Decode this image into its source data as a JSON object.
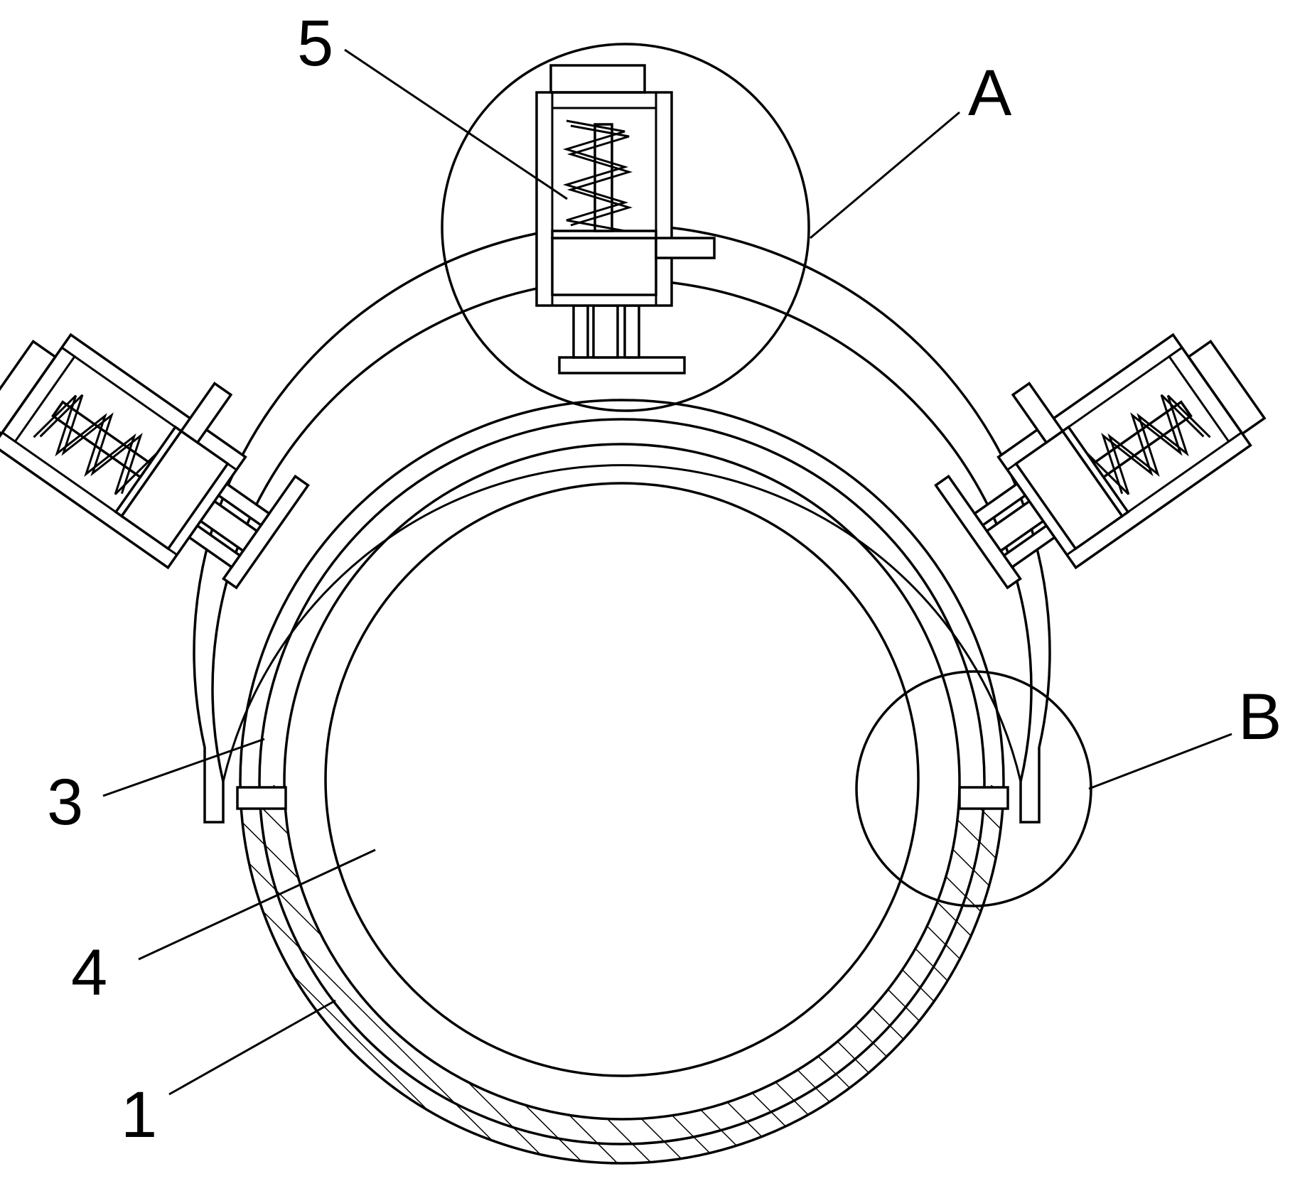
{
  "labels": {
    "part_5": "5",
    "detail_a": "A",
    "detail_b": "B",
    "part_3": "3",
    "part_4": "4",
    "part_1": "1"
  },
  "colors": {
    "line": "#000000",
    "background": "#ffffff"
  }
}
